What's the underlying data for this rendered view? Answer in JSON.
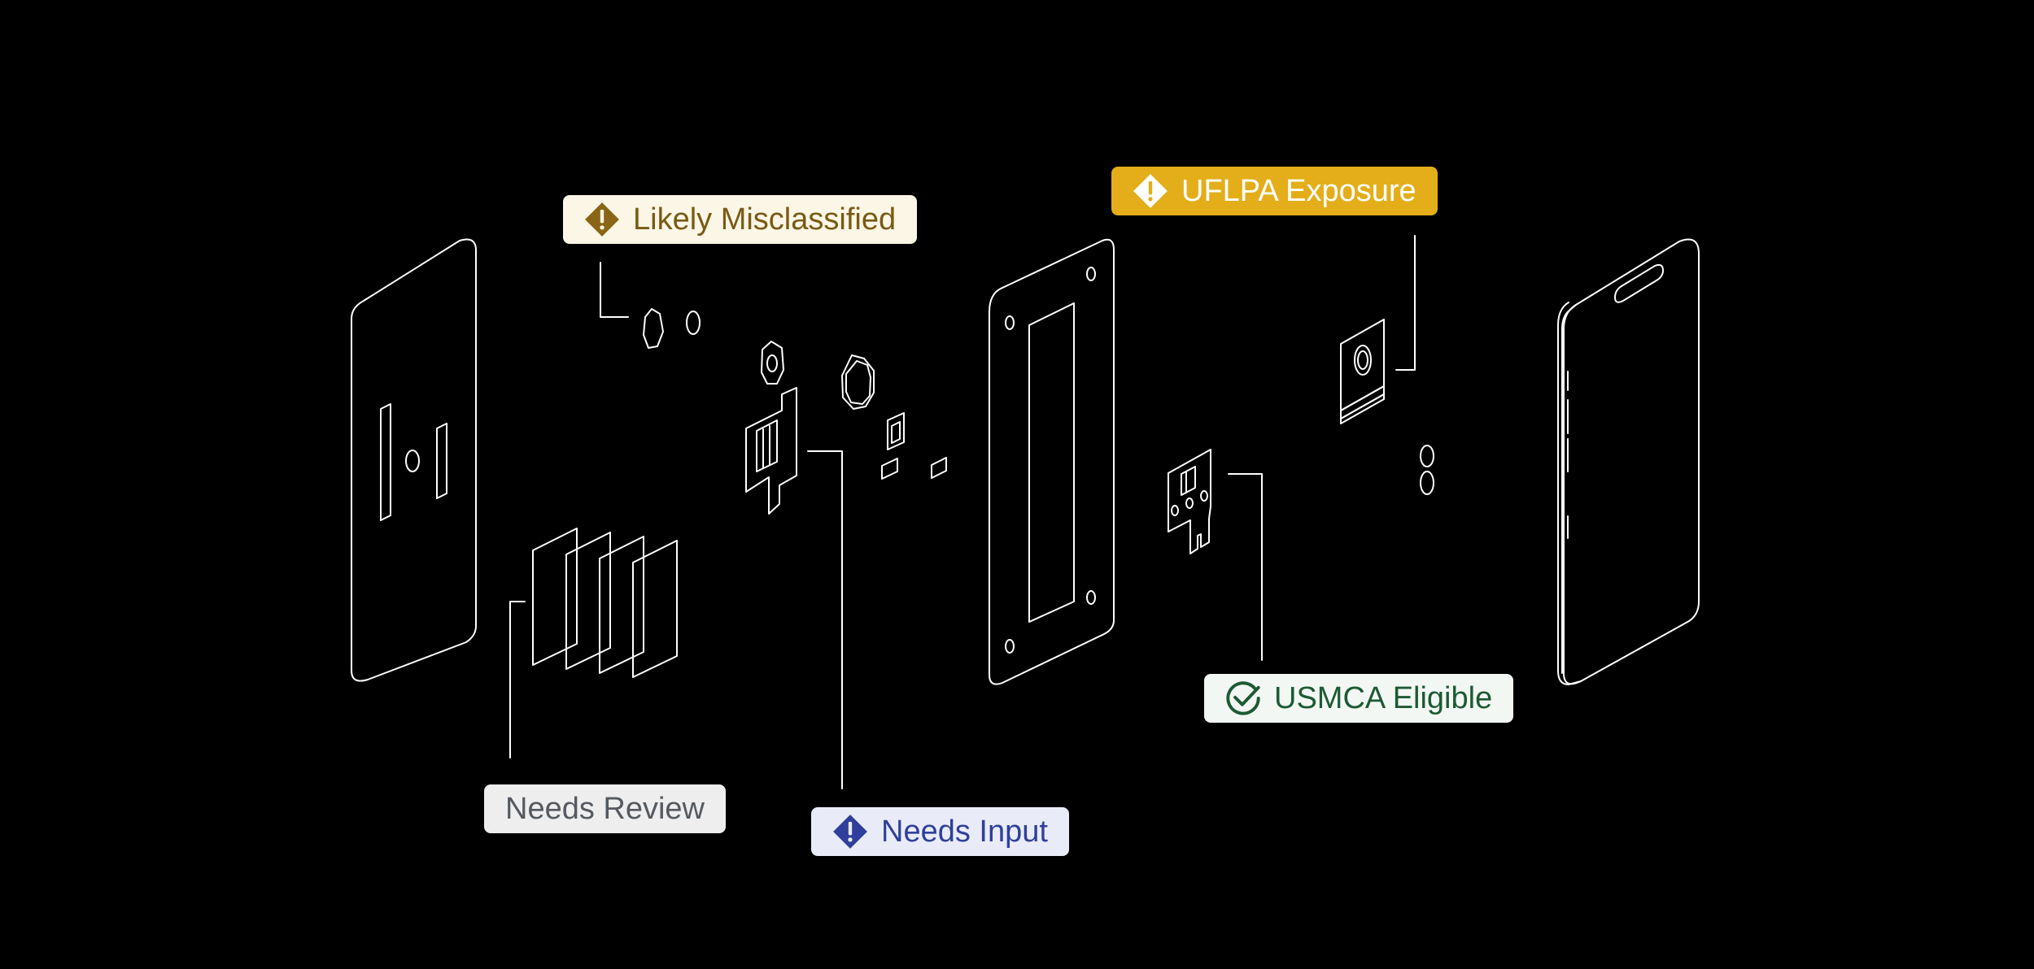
{
  "colors": {
    "background": "#000000",
    "line": "#ffffff",
    "misclassified_bg": "#fbf6e6",
    "misclassified_text": "#7a5a14",
    "uflpa_bg": "#e3ae1a",
    "usmca_text": "#1c5a34",
    "review_text": "#555a60",
    "input_text": "#2f3f9b"
  },
  "tags": {
    "misclassified": {
      "label": "Likely Misclassified",
      "icon": "warning-diamond-icon"
    },
    "uflpa": {
      "label": "UFLPA Exposure",
      "icon": "warning-diamond-icon"
    },
    "usmca": {
      "label": "USMCA Eligible",
      "icon": "check-circle-icon"
    },
    "review": {
      "label": "Needs Review"
    },
    "input": {
      "label": "Needs Input",
      "icon": "warning-diamond-icon"
    }
  }
}
